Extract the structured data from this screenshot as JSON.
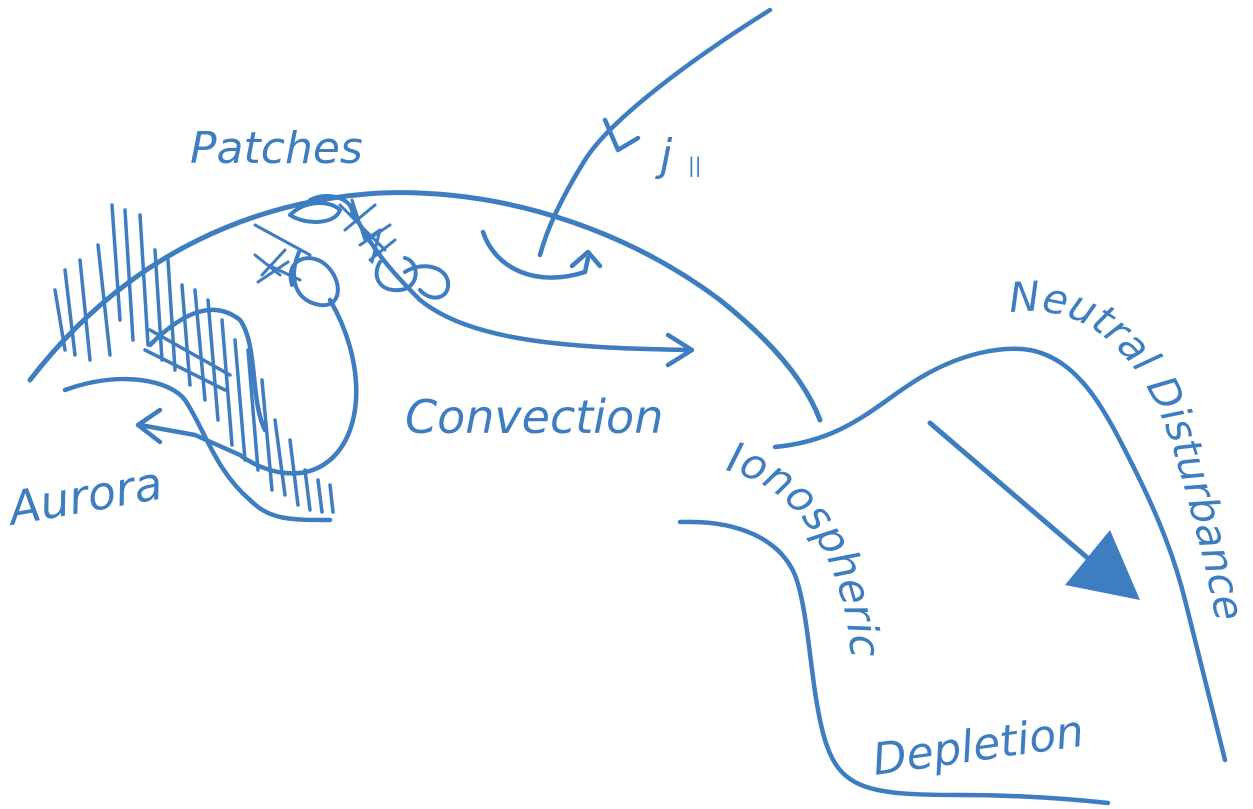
{
  "colors": {
    "ink": "#3d7dc0",
    "background": "#ffffff"
  },
  "labels": {
    "patches": "Patches",
    "j_symbol": "j",
    "j_subscript": "||",
    "convection": "Convection",
    "aurora": "Aurora",
    "ionospheric": "Ionospheric",
    "depletion": "Depletion",
    "neutral_disturbance": "Neutral Disturbance"
  }
}
